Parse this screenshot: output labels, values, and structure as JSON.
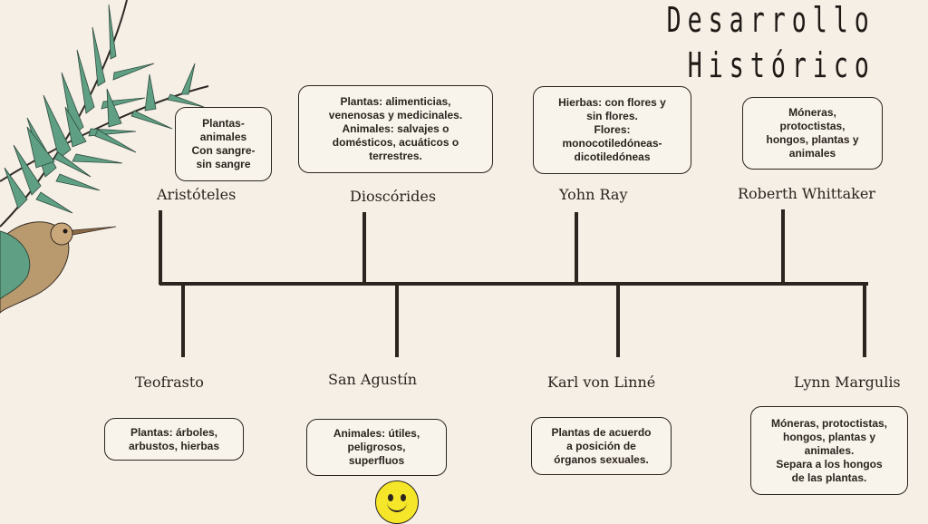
{
  "title": {
    "line1": "Desarrollo",
    "line2": "Histórico"
  },
  "top_events": [
    {
      "name": "Aristóteles",
      "box": "Plantas-\nanimales\nCon sangre-\nsin sangre"
    },
    {
      "name": "Dioscórides",
      "box": "Plantas: alimenticias,\nvenenosas y medicinales.\nAnimales: salvajes o\ndomésticos, acuáticos o\nterrestres."
    },
    {
      "name": "Yohn Ray",
      "box": "Hierbas: con flores y\nsin flores.\nFlores:\nmonocotiledóneas-\ndicotiledóneas"
    },
    {
      "name": "Roberth Whittaker",
      "box": "Móneras,\nprotoctistas,\nhongos, plantas y\nanimales"
    }
  ],
  "bottom_events": [
    {
      "name": "Teofrasto",
      "box": "Plantas: árboles,\narbustos, hierbas"
    },
    {
      "name": "San Agustín",
      "box": "Animales: útiles,\npeligrosos,\nsuperfluos"
    },
    {
      "name": "Karl von Linné",
      "box": "Plantas de acuerdo\na posición de\nórganos sexuales."
    },
    {
      "name": "Lynn Margulis",
      "box": "Móneras, protoctistas,\nhongos, plantas y\nanimales.\nSepara a los hongos\nde las plantas."
    }
  ],
  "icons": {
    "smiley": "smiley-face-icon",
    "palm": "palm-leaf-illustration",
    "bird": "hummingbird-illustration"
  },
  "colors": {
    "background": "#f5efe6",
    "line": "#2b241f",
    "leaf": "#5fa084",
    "smiley": "#f5e629"
  }
}
